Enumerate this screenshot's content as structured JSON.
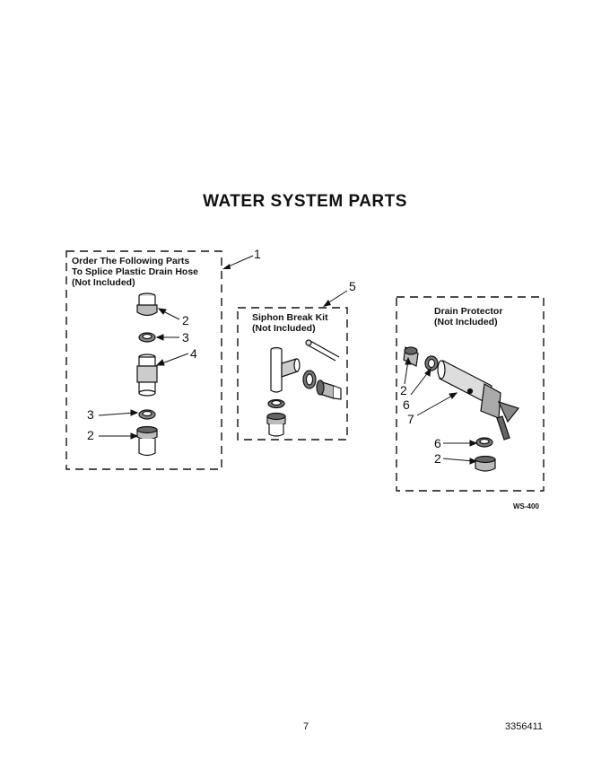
{
  "title": "WATER SYSTEM PARTS",
  "kit_splice": {
    "label_lines": [
      "Order The Following Parts",
      "To Splice Plastic Drain Hose",
      "(Not Included)"
    ],
    "number": "1"
  },
  "kit_siphon": {
    "label_lines": [
      "Siphon Break Kit",
      "(Not Included)"
    ],
    "number": "5"
  },
  "kit_drain": {
    "label_lines": [
      "Drain Protector",
      "(Not Included)"
    ]
  },
  "callouts": {
    "splice": [
      "2",
      "3",
      "4",
      "3",
      "2"
    ],
    "drain": [
      "2",
      "6",
      "7",
      "6",
      "2"
    ]
  },
  "diagram_code": "WS-400",
  "page_number": "7",
  "part_number": "3356411",
  "colors": {
    "ink": "#111111",
    "background": "#ffffff"
  }
}
